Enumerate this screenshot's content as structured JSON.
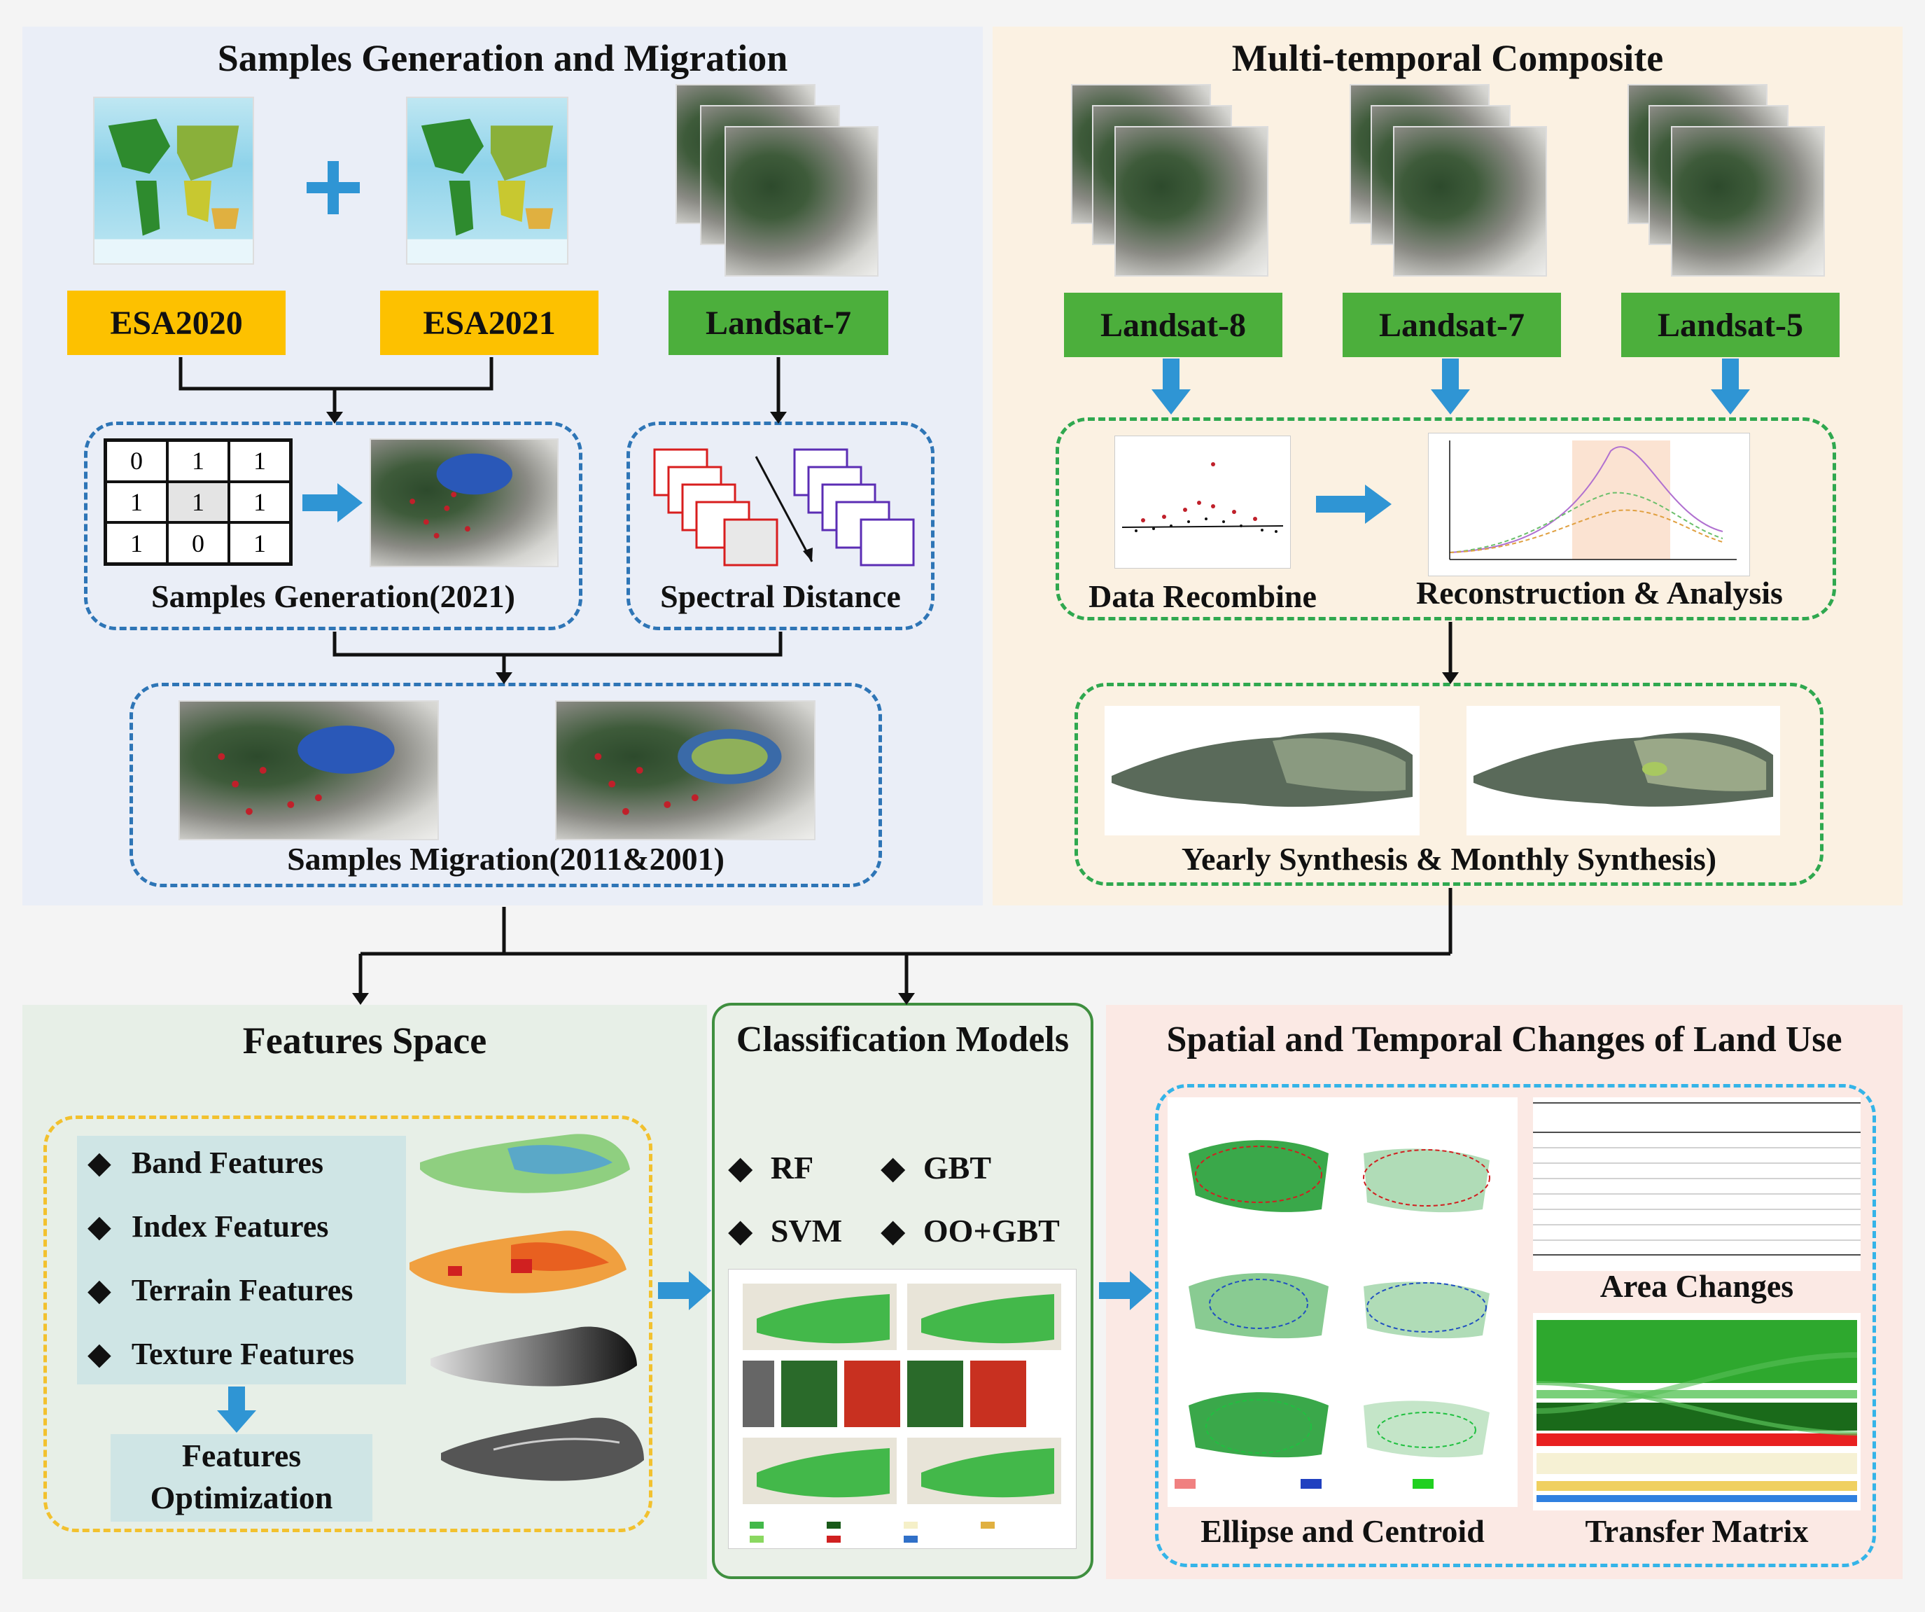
{
  "panels": {
    "samples": {
      "title": "Samples Generation and Migration",
      "esa2020": "ESA2020",
      "esa2021": "ESA2021",
      "landsat7": "Landsat-7",
      "grid": [
        "0",
        "1",
        "1",
        "1",
        "1",
        "1",
        "1",
        "0",
        "1"
      ],
      "samples_generation": "Samples Generation(2021)",
      "spectral_distance": "Spectral Distance",
      "samples_migration": "Samples Migration(2011&2001)"
    },
    "composite": {
      "title": "Multi-temporal Composite",
      "landsat8": "Landsat-8",
      "landsat7": "Landsat-7",
      "landsat5": "Landsat-5",
      "data_recombine": "Data Recombine",
      "reconstruction": "Reconstruction & Analysis",
      "synthesis": "Yearly Synthesis & Monthly Synthesis)"
    },
    "features": {
      "title": "Features Space",
      "items": [
        "Band Features",
        "Index Features",
        "Terrain Features",
        "Texture Features"
      ],
      "optimization_line1": "Features",
      "optimization_line2": "Optimization"
    },
    "models": {
      "title": "Classification Models",
      "items": [
        "RF",
        "GBT",
        "SVM",
        "OO+GBT"
      ]
    },
    "changes": {
      "title": "Spatial and Temporal Changes of Land Use",
      "area_changes": "Area Changes",
      "ellipse": "Ellipse and Centroid",
      "transfer": "Transfer Matrix"
    }
  },
  "colors": {
    "samples_bg": "#eaeef7",
    "composite_bg": "#fbf1e2",
    "features_bg": "#e7efe7",
    "models_bg": "#eaf0e8",
    "changes_bg": "#fbe9e4",
    "esa_yellow": "#fdc100",
    "landsat_green": "#4caf3c",
    "arrow_blue": "#2f95d4",
    "dash_blue": "#2e75b6",
    "dash_green": "#2fa84f",
    "dash_yellow": "#f2c12e",
    "dash_cyan": "#34b4e8"
  }
}
